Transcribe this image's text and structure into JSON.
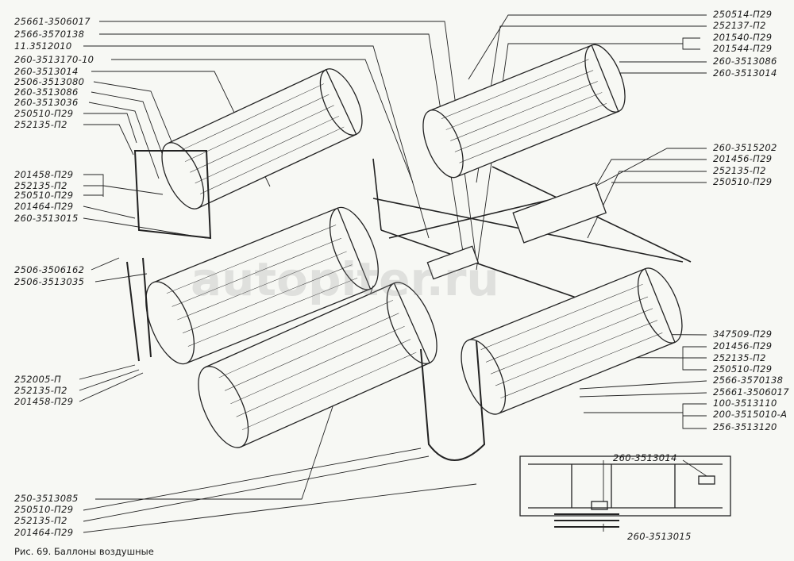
{
  "figure": {
    "caption": "Рис. 69. Баллоны воздушные",
    "watermark": "autopiter.ru",
    "labels_left_top": [
      "25661-3506017",
      "2566-3570138",
      "11.3512010",
      "260-3513170-10",
      "260-3513014",
      "2506-3513080",
      "260-3513086",
      "260-3513036",
      "250510-П29",
      "252135-П2"
    ],
    "labels_left_mid": [
      "201458-П29",
      "252135-П2",
      "250510-П29",
      "201464-П29",
      "260-3513015",
      "2506-3506162",
      "2506-3513035"
    ],
    "labels_left_low": [
      "252005-П",
      "252135-П2",
      "201458-П29"
    ],
    "labels_left_bottom": [
      "250-3513085",
      "250510-П29",
      "252135-П2",
      "201464-П29"
    ],
    "labels_right_top": [
      "250514-П29",
      "252137-П2",
      "201540-П29",
      "201544-П29",
      "260-3513086",
      "260-3513014"
    ],
    "labels_right_mid": [
      "260-3515202",
      "201456-П29",
      "252135-П2",
      "250510-П29"
    ],
    "labels_right_low": [
      "347509-П29",
      "201456-П29",
      "252135-П2",
      "250510-П29",
      "2566-3570138",
      "25661-3506017",
      "100-3513110",
      "200-3515010-А",
      "256-3513120"
    ],
    "inset_labels": [
      "260-3513014",
      "260-3513015"
    ]
  }
}
